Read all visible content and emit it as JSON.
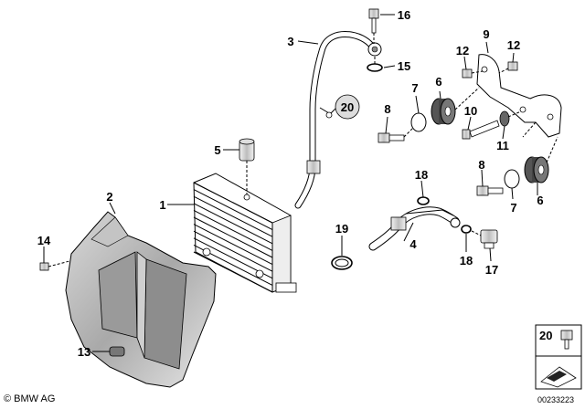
{
  "copyright": "© BMW AG",
  "doc_number": "00233223",
  "callouts": {
    "c1": "1",
    "c2": "2",
    "c3": "3",
    "c4": "4",
    "c5": "5",
    "c6a": "6",
    "c6b": "6",
    "c7a": "7",
    "c7b": "7",
    "c8a": "8",
    "c8b": "8",
    "c9": "9",
    "c10": "10",
    "c11": "11",
    "c12a": "12",
    "c12b": "12",
    "c13": "13",
    "c14": "14",
    "c15": "15",
    "c16": "16",
    "c17": "17",
    "c18a": "18",
    "c18b": "18",
    "c19": "19",
    "c20": "20",
    "c20ref": "20"
  },
  "legend_box_label": "20"
}
